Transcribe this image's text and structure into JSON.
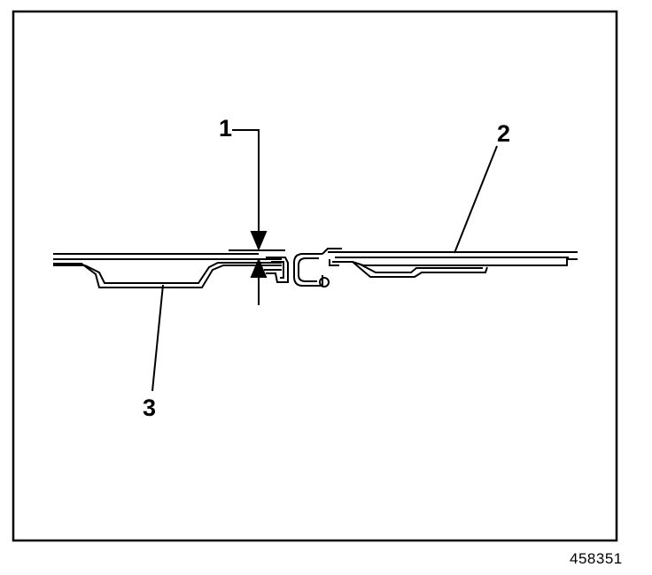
{
  "callouts": {
    "one": "1",
    "two": "2",
    "three": "3"
  },
  "figure_id": "458351"
}
